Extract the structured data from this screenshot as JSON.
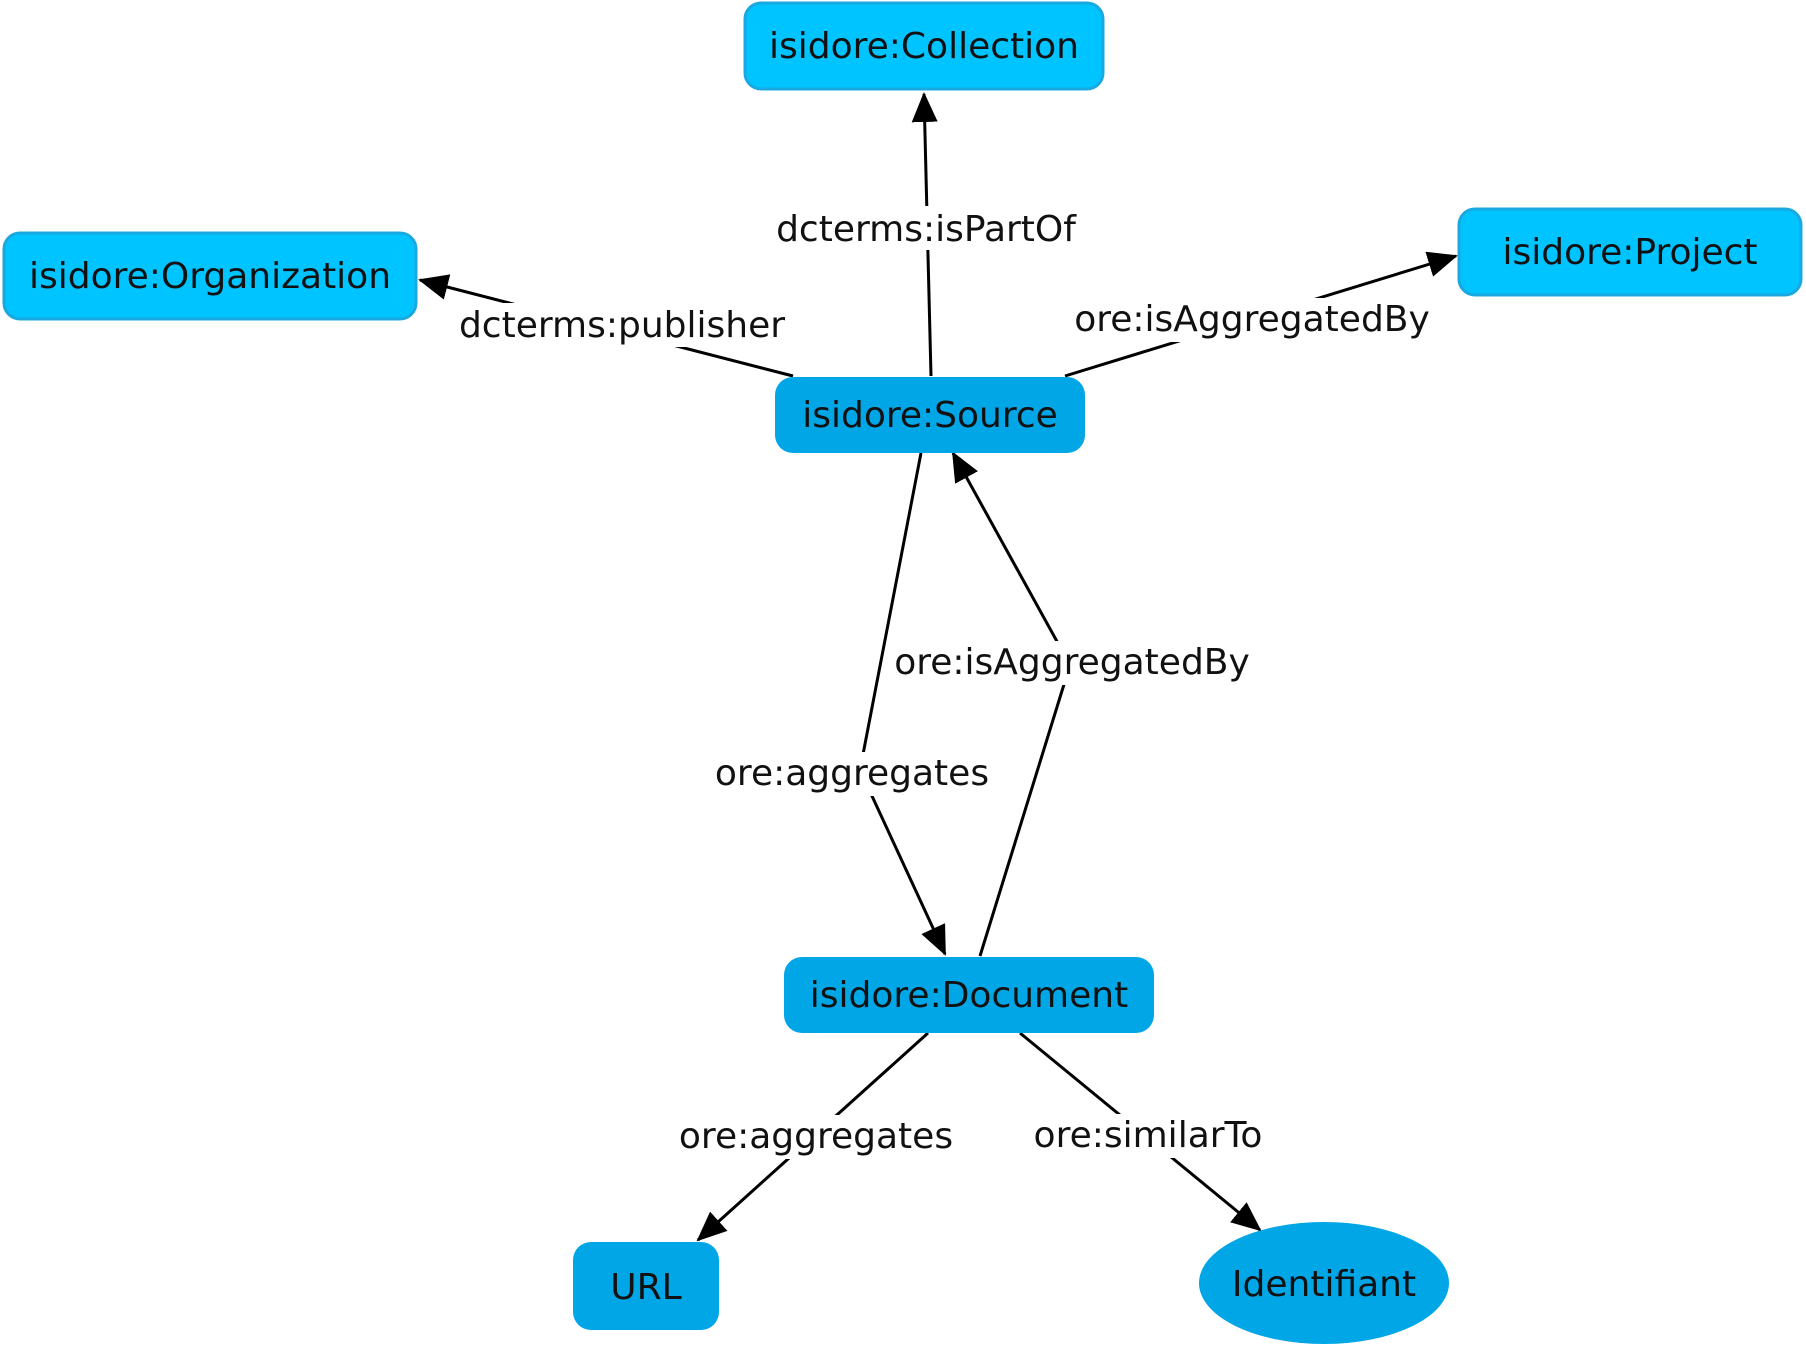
{
  "colors": {
    "light_node_fill": "#00c4ff",
    "light_node_stroke": "#19a9e0",
    "dark_node_fill": "#00a6e6",
    "edge": "#000000",
    "text": "#111111"
  },
  "nodes": {
    "collection": {
      "label": "isidore:Collection"
    },
    "organization": {
      "label": "isidore:Organization"
    },
    "project": {
      "label": "isidore:Project"
    },
    "source": {
      "label": "isidore:Source"
    },
    "document": {
      "label": "isidore:Document"
    },
    "url": {
      "label": "URL"
    },
    "identifiant": {
      "label": "Identifiant"
    }
  },
  "edges": {
    "is_part_of": {
      "label": "dcterms:isPartOf"
    },
    "publisher": {
      "label": "dcterms:publisher"
    },
    "source_aggregated_by_project": {
      "label": "ore:isAggregatedBy"
    },
    "source_aggregates_document": {
      "label": "ore:aggregates"
    },
    "document_aggregated_by_source": {
      "label": "ore:isAggregatedBy"
    },
    "document_aggregates_url": {
      "label": "ore:aggregates"
    },
    "similar_to": {
      "label": "ore:similarTo"
    }
  }
}
